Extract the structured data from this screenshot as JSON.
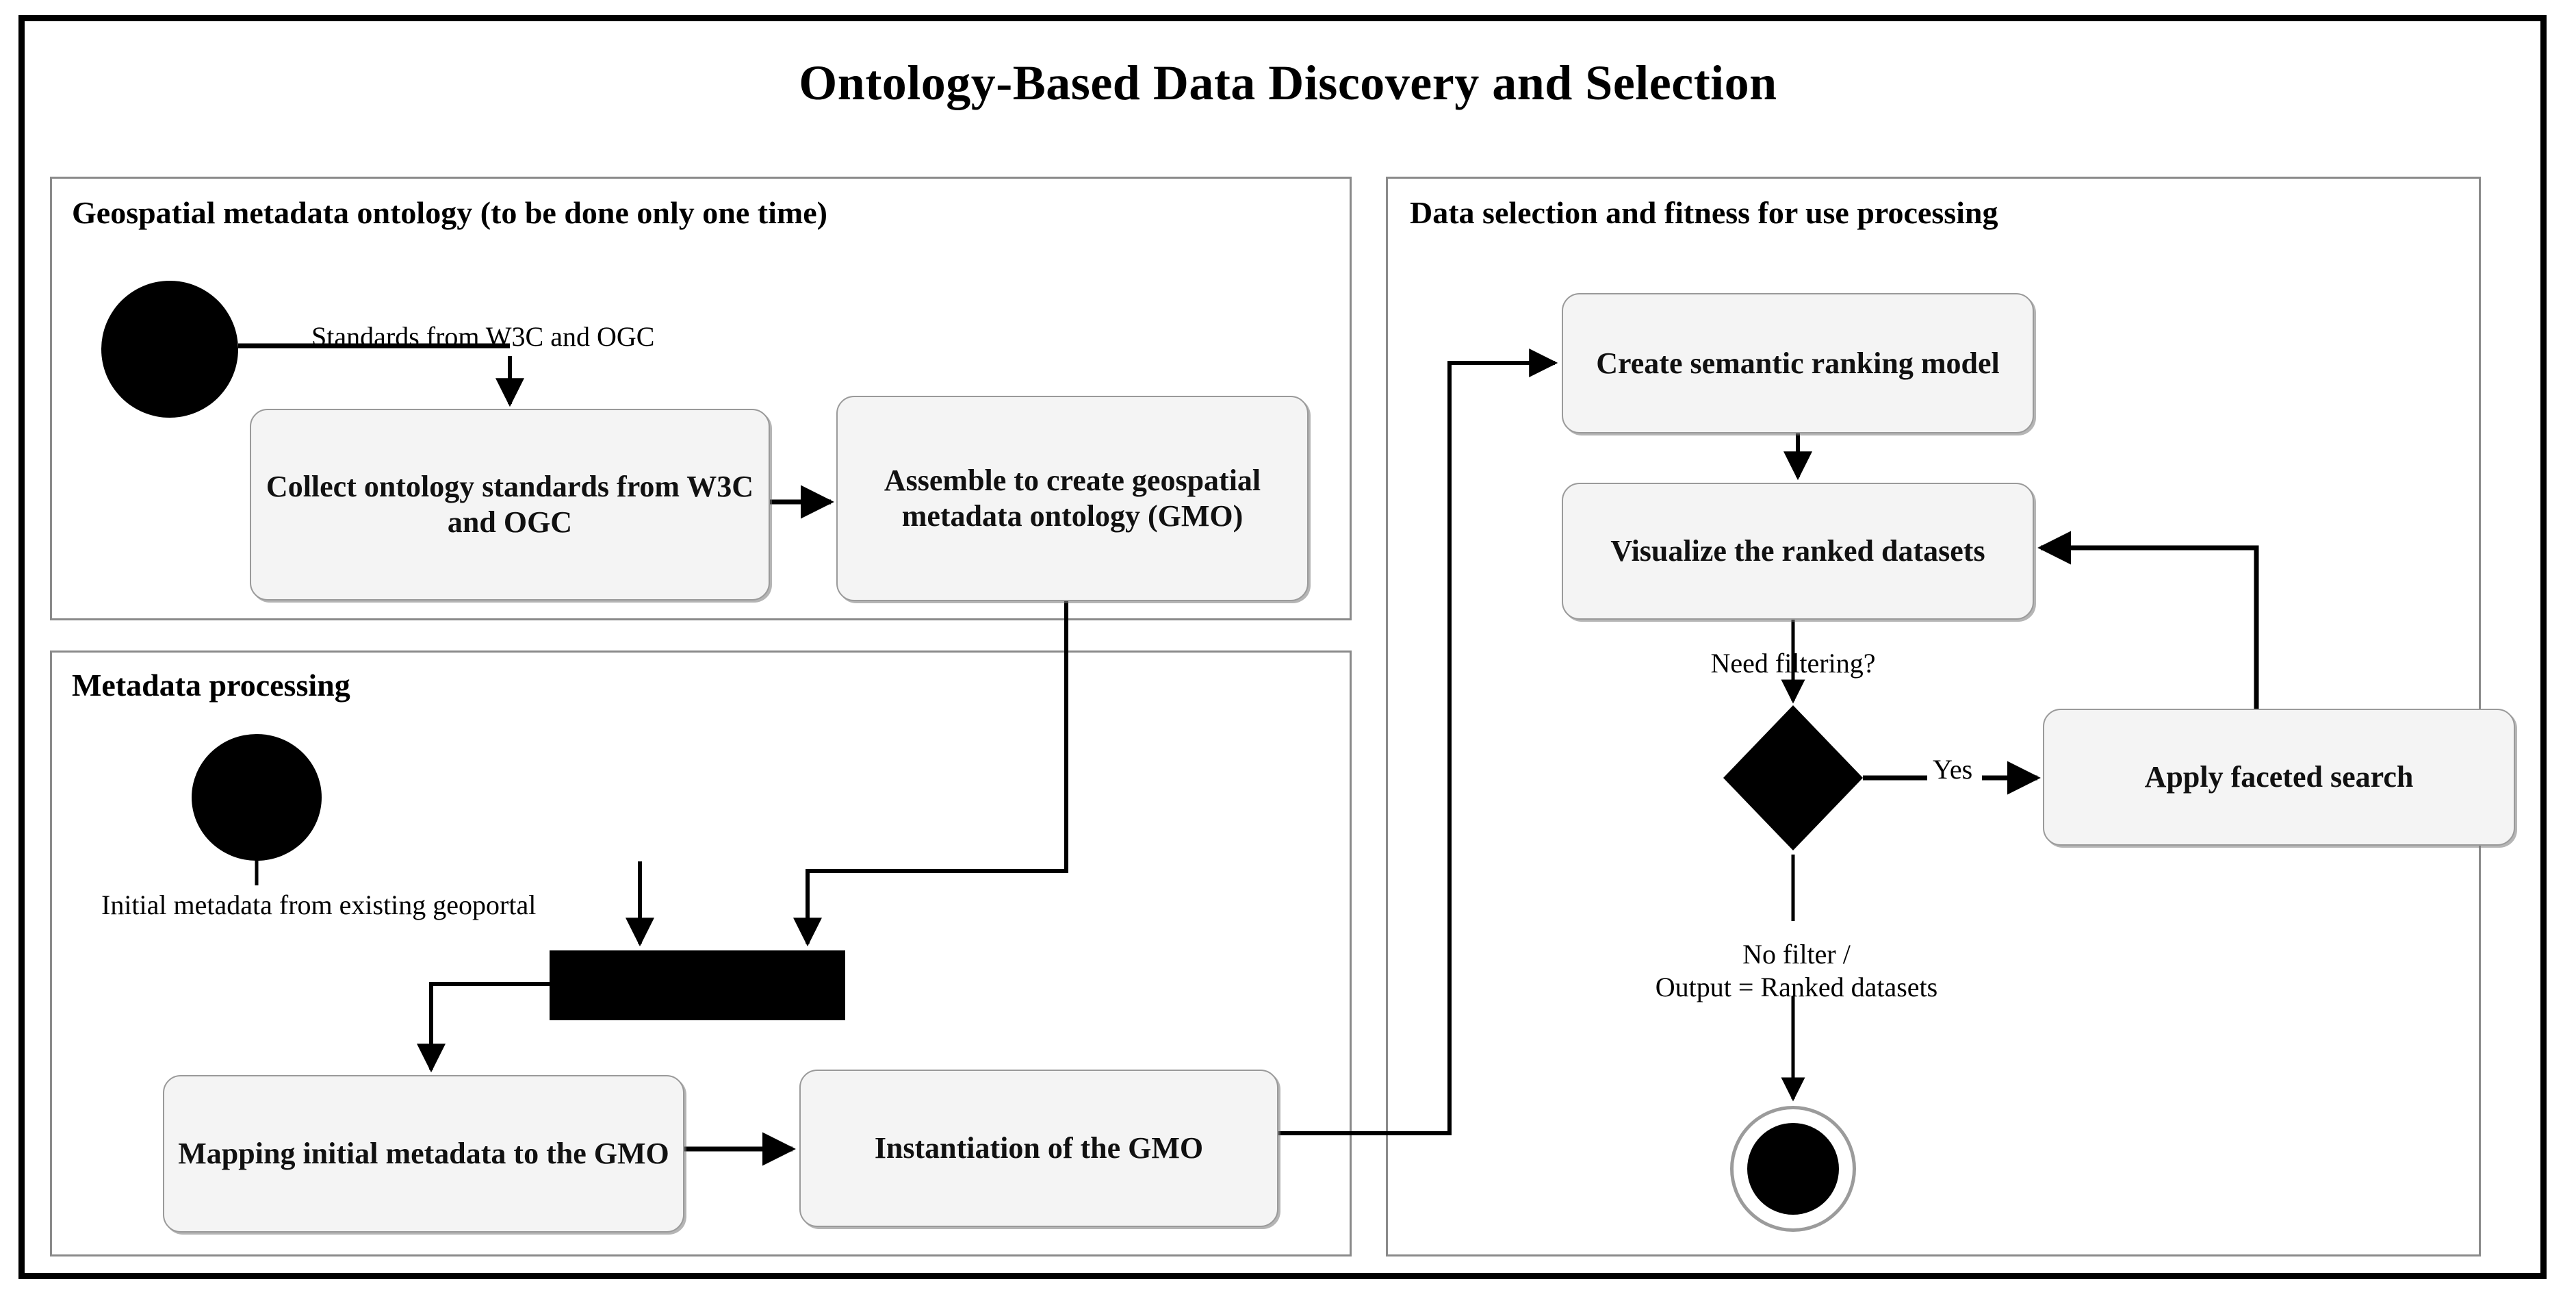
{
  "diagram": {
    "title": "Ontology-Based Data Discovery and Selection",
    "type": "uml-activity-diagram"
  },
  "panels": [
    {
      "id": "ontology",
      "title": "Geospatial metadata ontology (to be done only one time)"
    },
    {
      "id": "metadata",
      "title": "Metadata processing"
    },
    {
      "id": "selection",
      "title": "Data selection and fitness for use processing"
    }
  ],
  "nodes": {
    "collect": "Collect ontology standards from W3C and OGC",
    "assemble": "Assemble to create geospatial metadata ontology (GMO)",
    "mapping": "Mapping initial metadata to the GMO",
    "instantiation": "Instantiation of the GMO",
    "create_ranking": "Create semantic ranking model",
    "visualize": "Visualize the ranked datasets",
    "faceted": "Apply faceted search"
  },
  "edge_labels": {
    "standards": "Standards from W3C and OGC",
    "initial_metadata": "Initial metadata from existing geoportal",
    "need_filtering": "Need filtering?",
    "yes": "Yes",
    "no_filter": "No filter /\nOutput = Ranked datasets",
    "no_filter_line1": "No filter /",
    "no_filter_line2": "Output = Ranked datasets"
  },
  "colors": {
    "frame": "#000000",
    "panel_border": "#8a8a8a",
    "node_fill": "#f4f4f4",
    "node_border": "#9a9a9a",
    "solid_black": "#000000",
    "background": "#ffffff"
  }
}
